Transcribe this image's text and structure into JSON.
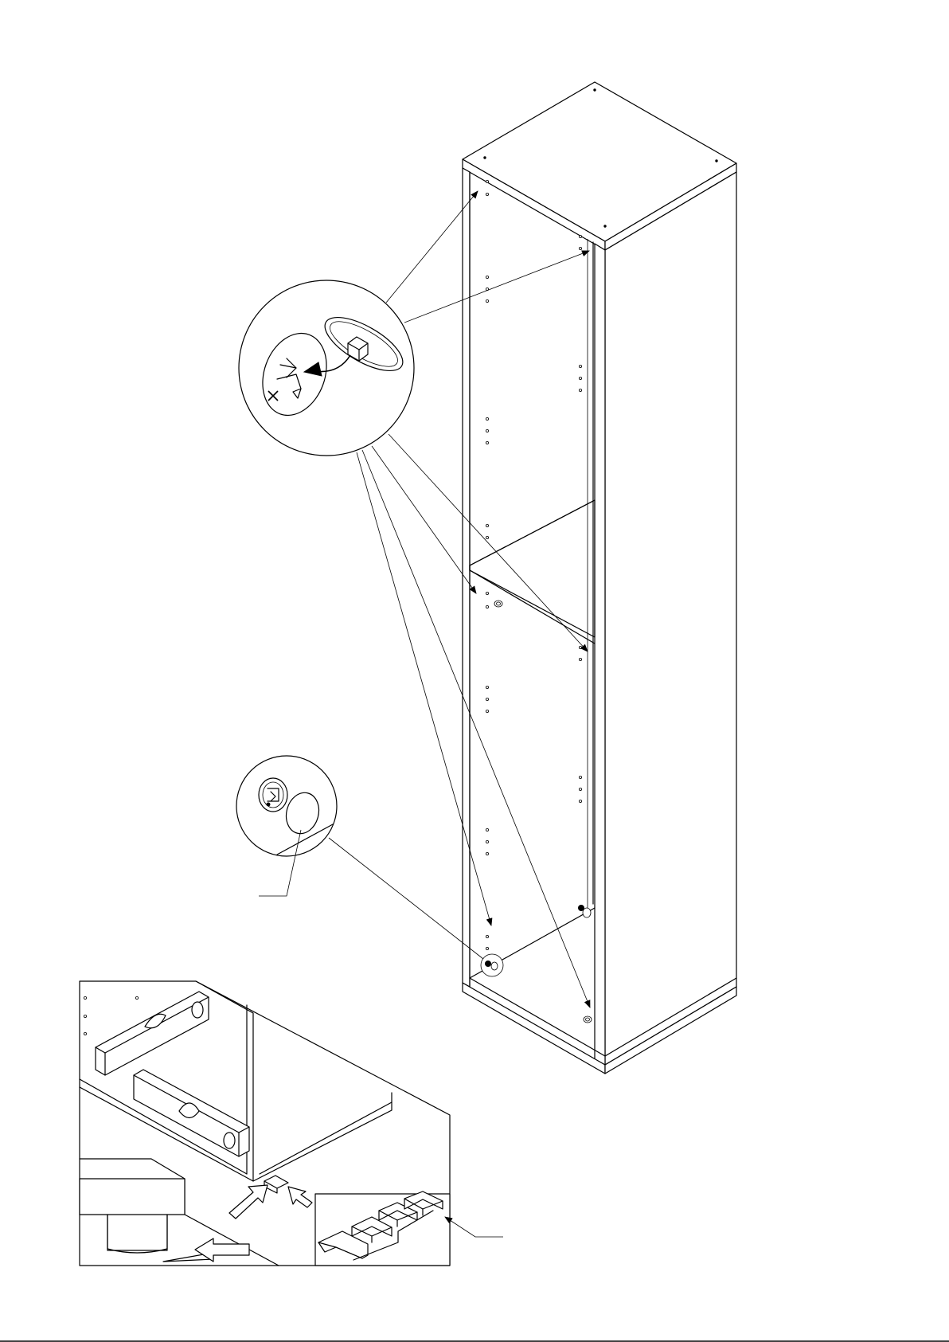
{
  "diagram": {
    "kind": "furniture assembly instruction",
    "colors": {
      "ink": "#000000",
      "paper": "#ffffff"
    },
    "parts": [
      "tall-bookcase",
      "shelf-pin-detail-callout",
      "cam-lock-detail-callout",
      "leveling-inset-panel",
      "shim-pack-inset"
    ]
  }
}
